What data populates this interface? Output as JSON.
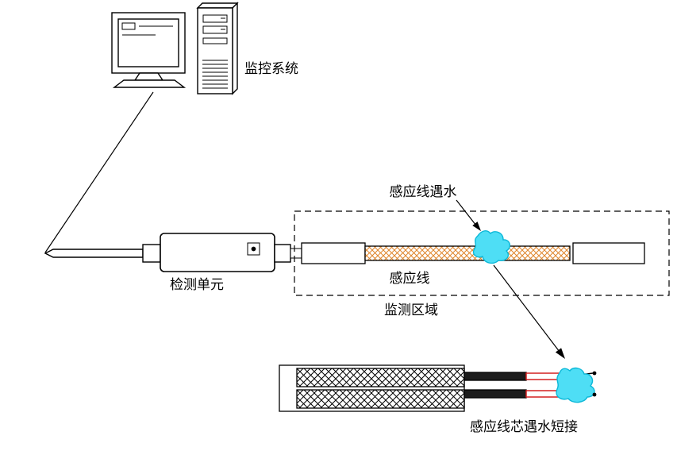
{
  "labels": {
    "monitoring_system": "监控系统",
    "detection_unit": "检测单元",
    "sensing_line": "感应线",
    "monitoring_area": "监测区域",
    "line_meets_water": "感应线遇水",
    "core_short_circuit": "感应线芯遇水短接"
  },
  "colors": {
    "outline": "#000000",
    "background": "#ffffff",
    "cable_hatch": "#e0862c",
    "water_fill": "#4edef5",
    "water_stroke": "#0cb8d8",
    "core_red": "#d42020",
    "wire_dark": "#1c1c1c"
  }
}
